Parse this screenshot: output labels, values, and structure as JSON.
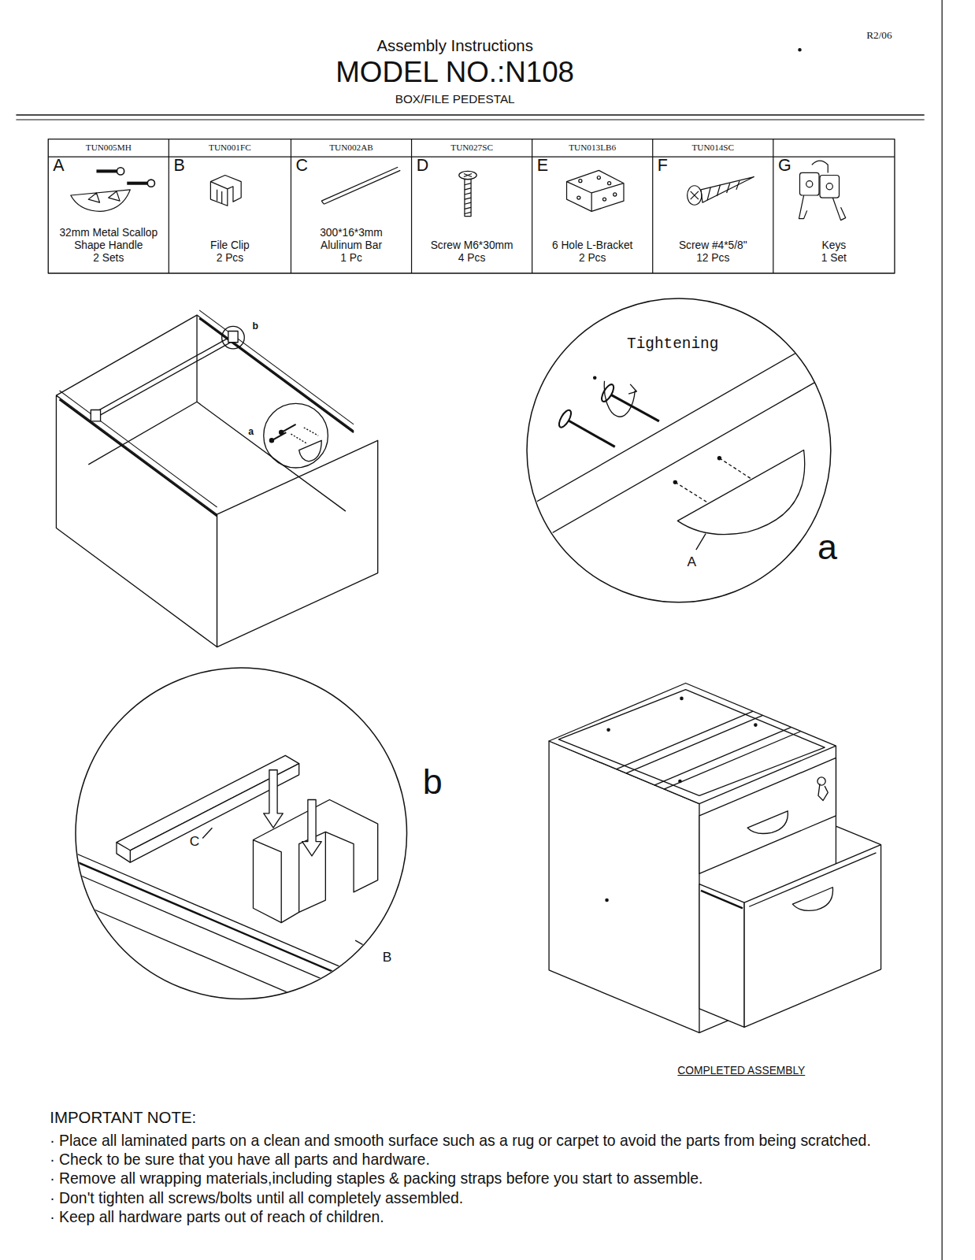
{
  "diagram": {
    "title": "MODEL NO.:N108",
    "nodes": [
      {
        "text": [
          "Tightening",
          "A",
          "a"
        ]
      },
      {
        "text": [
          "C",
          "B",
          "b"
        ]
      }
    ],
    "labels": [
      "Assembly Instructions",
      "BOX/FILE PEDESTAL",
      "R2/06",
      "TUN005MH",
      "TUN001FC",
      "TUN002AB",
      "TUN027SC",
      "TUN013LB6",
      "TUN014SC",
      "A",
      "32mm Metal Scallop Shape Handle",
      "2 Sets",
      "B",
      "File Clip",
      "2 Pcs",
      "C",
      "300*16*3mm Alulinum Bar",
      "1 Pc",
      "D",
      "Screw M6*30mm",
      "4 Pcs",
      "E",
      "6 Hole L-Bracket",
      "2 Pcs",
      "F",
      "Screw #4*5/8\"",
      "12 Pcs",
      "G",
      "Keys",
      "1 Set",
      "b",
      "a",
      "COMPLETED ASSEMBLY",
      "IMPORTANT NOTE:",
      "· Place all laminated parts on a clean and smooth surface such as a rug or carpet to avoid the parts from being scratched.",
      "· Check to be sure that you have all parts and hardware.",
      "· Remove all wrapping materials,including staples & packing straps before you start to assemble.",
      "· Don't tighten all screws/bolts until all completely assembled.",
      "· Keep all hardware parts out of reach of children."
    ]
  }
}
